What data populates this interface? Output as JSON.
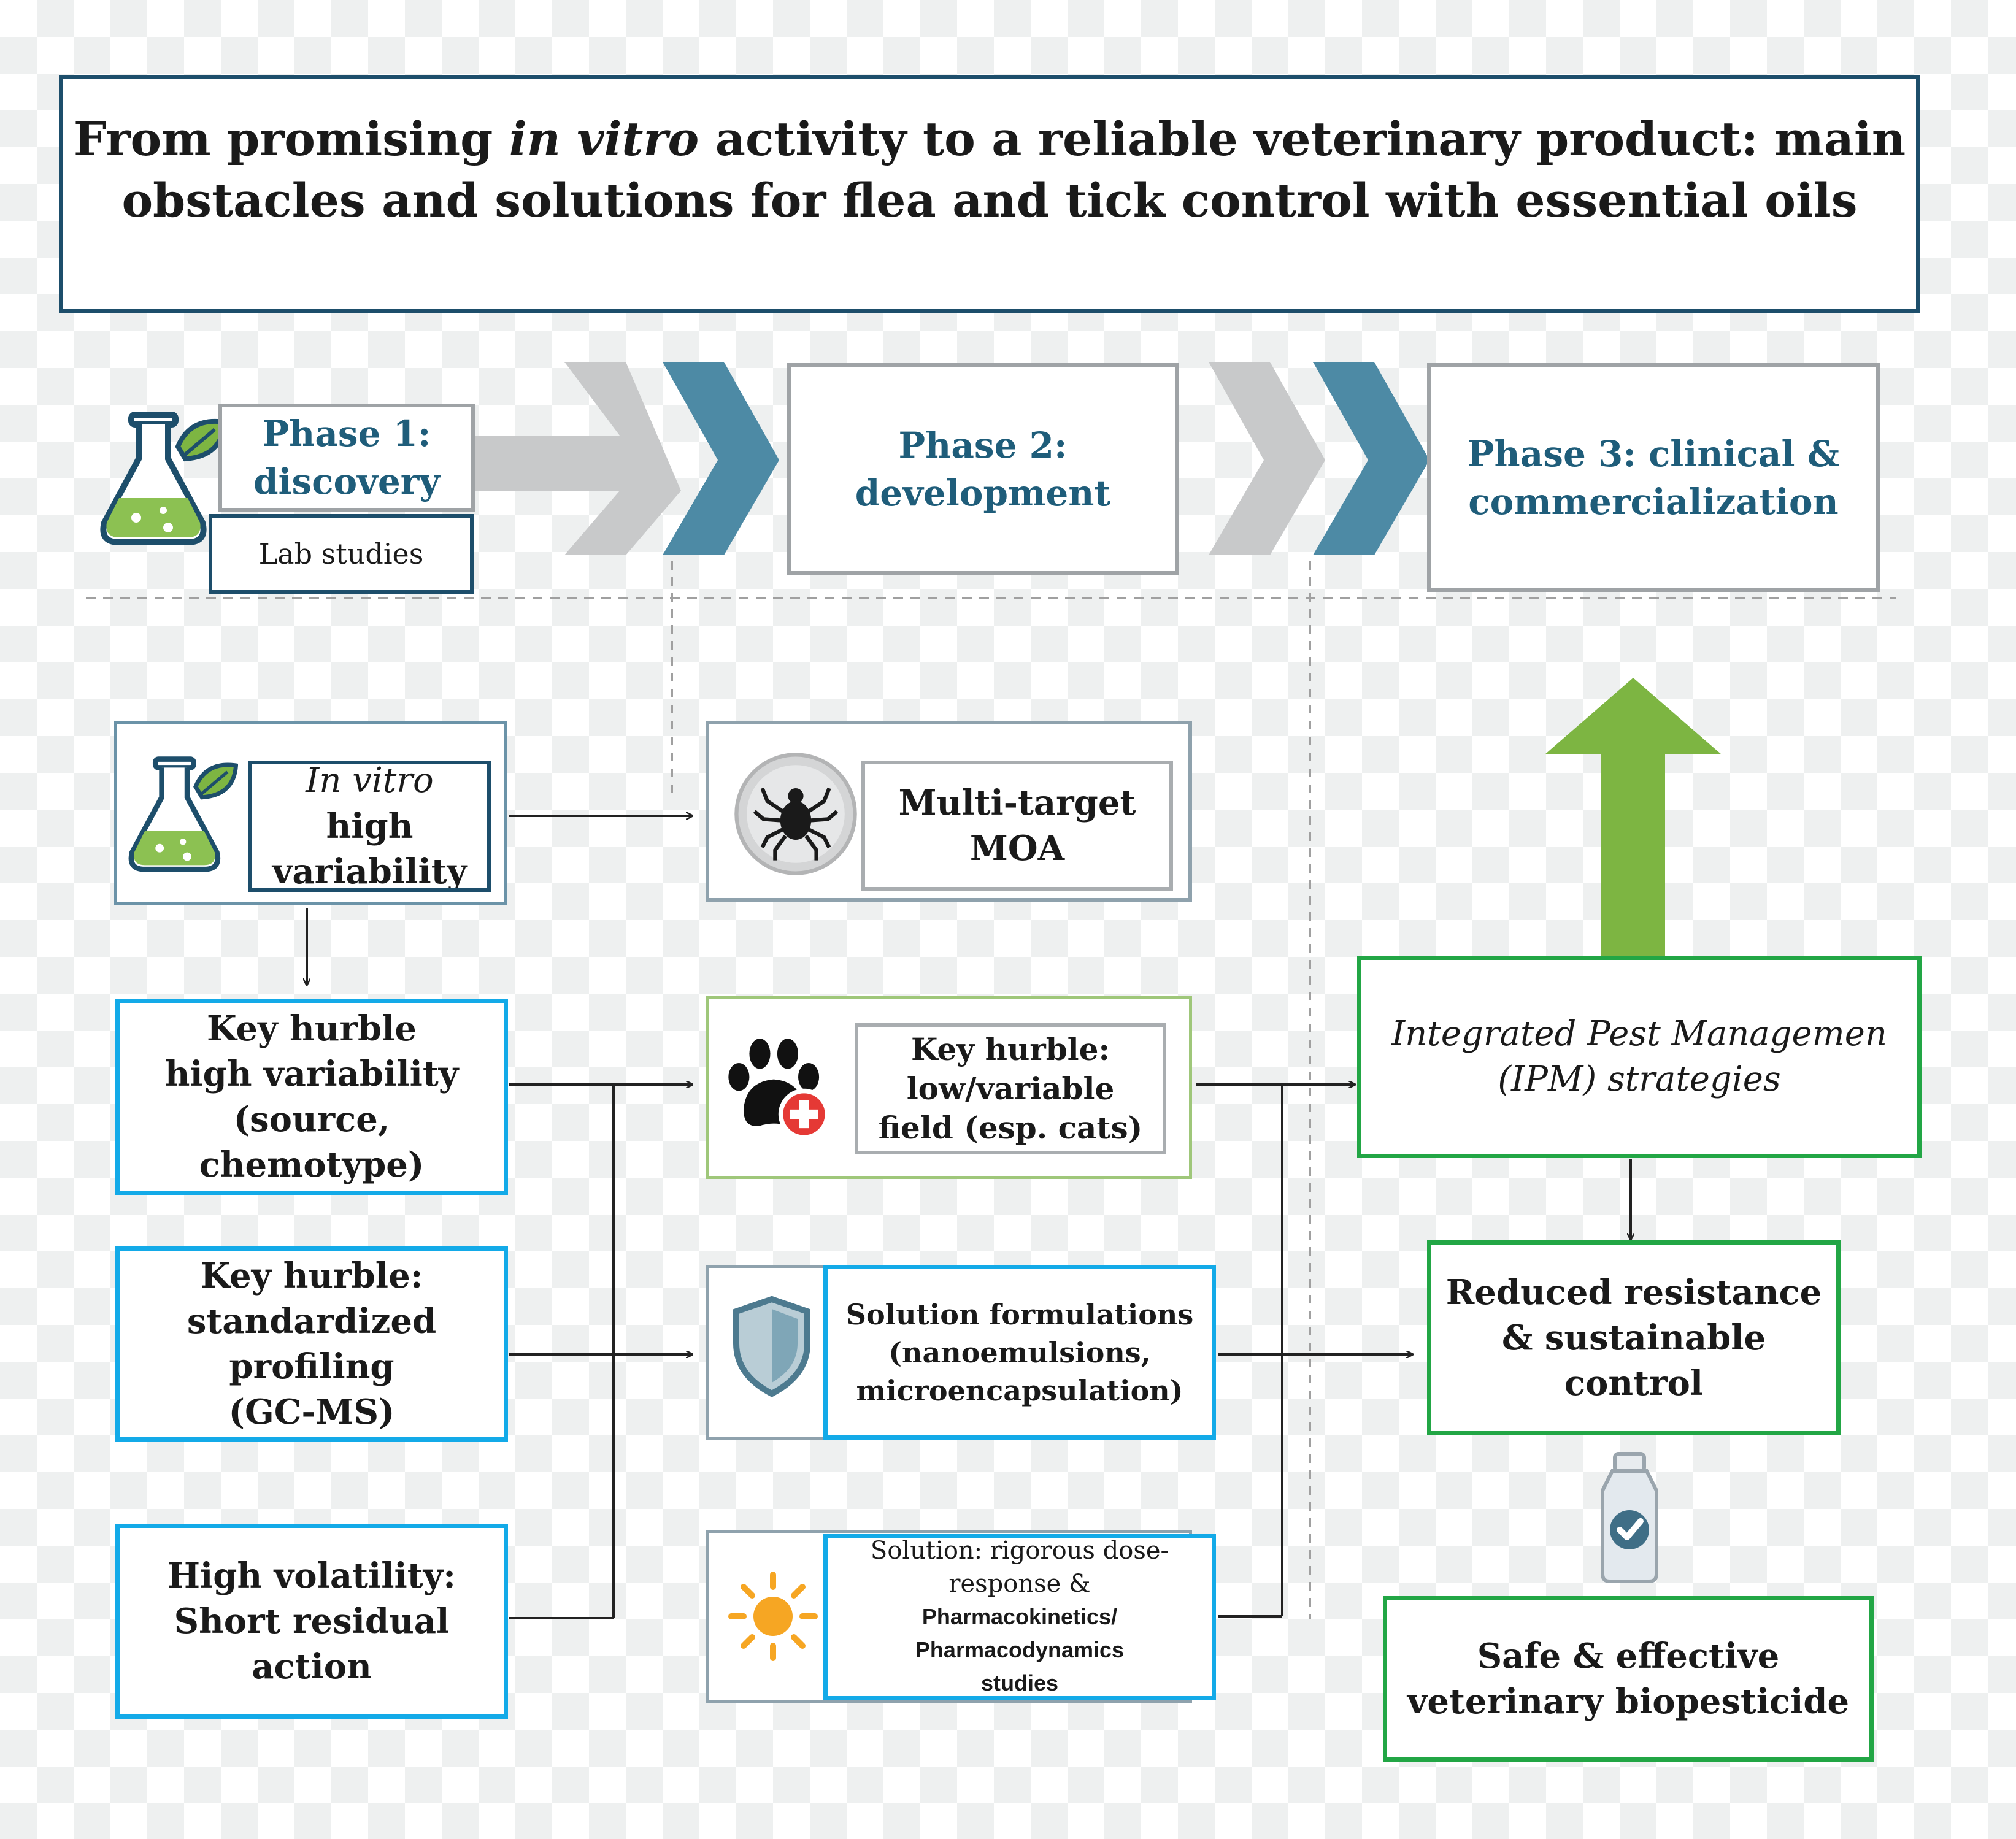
{
  "title": {
    "pre": "From promising ",
    "emph": "in vitro",
    "post": " activity to a reliable veterinary product: main",
    "line2": "obstacles and solutions  for flea and tick control with essential oils"
  },
  "phases": {
    "p1_line1": "Phase 1:",
    "p1_line2": "discovery",
    "lab": "Lab studies",
    "p2_line1": "Phase 2:",
    "p2_line2": "development",
    "p3_line1": "Phase 3: clinical &",
    "p3_line2": "commercialization"
  },
  "left_column": {
    "invitro_emph": "In vitro",
    "invitro_l2": "high",
    "invitro_l3": "variability",
    "h1": [
      "Key hurble",
      "high variability",
      "(source,",
      "chemotype)"
    ],
    "h2": [
      "Key hurble:",
      "standardized",
      "profiling",
      "(GC-MS)"
    ],
    "h3": [
      "High volatility:",
      "Short residual",
      "action"
    ]
  },
  "middle_column": {
    "moa": [
      "Multi-target",
      "MOA"
    ],
    "field": [
      "Key hurble:",
      "low/variable",
      "field (esp. cats)"
    ],
    "formulation": [
      "Solution formulations",
      "(nanoemulsions,",
      "microencapsulation)"
    ],
    "dose_serif": [
      "Solution:  rigorous dose-",
      "response &"
    ],
    "dose_sans": [
      "Pharmacokinetics/",
      "Pharmacodynamics",
      "studies"
    ]
  },
  "right_column": {
    "ipm": [
      "Integrated Pest Managemen",
      "(IPM) strategies"
    ],
    "reduced": [
      "Reduced resistance",
      "& sustainable",
      "control"
    ],
    "safe": [
      "Safe & effective",
      "veterinary biopesticide"
    ]
  },
  "icons": [
    "flask-leaf-icon",
    "tick-icon",
    "paw-plus-icon",
    "shield-icon",
    "sun-icon",
    "bottle-check-icon",
    "up-arrow-icon"
  ],
  "colors": {
    "navy": "#1d4e6b",
    "teal": "#4d8aa5",
    "cyan": "#13aae8",
    "green": "#22a645",
    "arrow_green": "#7db542",
    "chevron_grey": "#c8c9ca"
  }
}
